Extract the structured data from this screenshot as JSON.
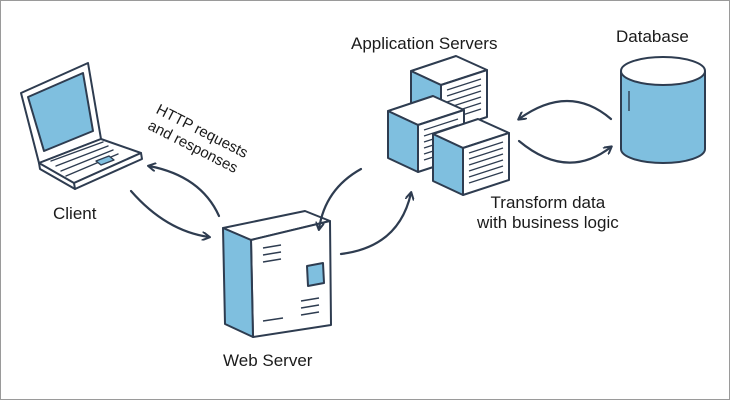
{
  "nodes": {
    "client": {
      "label": "Client"
    },
    "web_server": {
      "label": "Web Server"
    },
    "app_servers": {
      "label": "Application Servers"
    },
    "database": {
      "label": "Database"
    }
  },
  "annotations": {
    "http": {
      "line1": "HTTP requests",
      "line2": "and responses"
    },
    "transform": {
      "line1": "Transform data",
      "line2": "with business logic"
    }
  },
  "colors": {
    "fill": "#7fbfdf",
    "stroke": "#2e3c50",
    "text": "#1b1b1b",
    "background": "#ffffff"
  }
}
